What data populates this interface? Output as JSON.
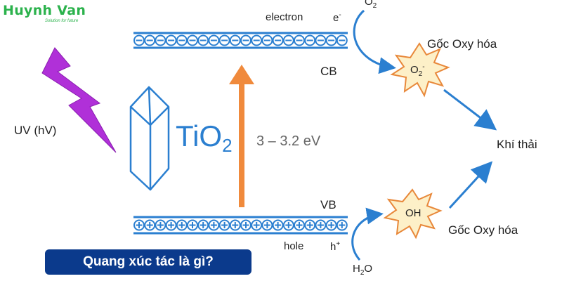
{
  "logo": {
    "name": "Huynh Van",
    "tagline": "Solution for future"
  },
  "labels": {
    "electron": "electron",
    "e_sym": "e",
    "e_sup": "-",
    "o2_top_main": "O",
    "o2_top_sub": "2",
    "cb": "CB",
    "vb": "VB",
    "uv": "UV (hV)",
    "tio2_main": "TiO",
    "tio2_sub": "2",
    "energy_gap": "3 – 3.2 eV",
    "radical_top": "Gốc Oxy hóa",
    "radical_bottom": "Gốc Oxy hóa",
    "o2_radical_main": "O",
    "o2_radical_sub": "2",
    "o2_radical_sup": "-",
    "oh": "OH",
    "exhaust": "Khí thải",
    "hole": "hole",
    "h_sym": "h",
    "h_sup": "+",
    "h2o_h": "H",
    "h2o_sub": "2",
    "h2o_o": "O"
  },
  "badge": {
    "text": "Quang xúc tác là gì?"
  },
  "colors": {
    "band": "#2b7fd0",
    "arrow_orange": "#f08a3c",
    "uv_purple": "#b030d8",
    "badge": "#0b3a8c",
    "starburst": "#fdf0c8",
    "starburst_stroke": "#e8883a",
    "logo_green": "#2bb24c"
  },
  "symbols": {
    "electron_count": 20,
    "hole_count": 20
  }
}
